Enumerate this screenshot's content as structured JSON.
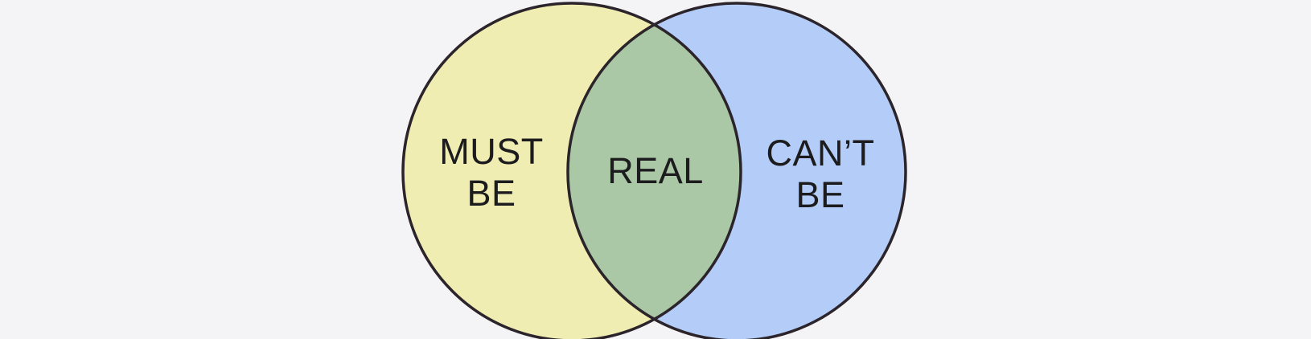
{
  "background_color": "#f4f4f6",
  "stroke_color": "#2b242a",
  "text_color": "#1c1c1e",
  "venn": {
    "type": "venn",
    "left_set": {
      "label": "MUST\nBE",
      "fill": "#f0edb3"
    },
    "intersection": {
      "label": "REAL",
      "fill": "#aac8a5"
    },
    "right_set": {
      "label": "CAN’T\nBE",
      "fill": "#b4cdf8"
    }
  }
}
